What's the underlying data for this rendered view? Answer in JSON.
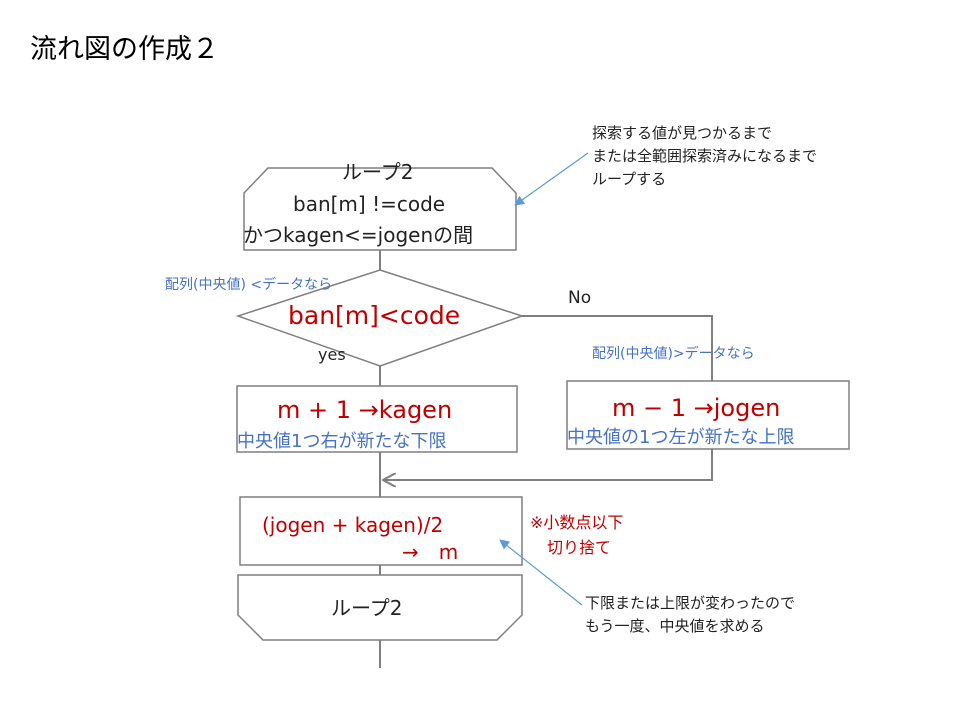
{
  "title": "流れ図の作成２",
  "loop_start": {
    "line1": "ループ2",
    "line2": "ban[m] !=code",
    "line3": "かつkagen<=jogenの間"
  },
  "callout_top": {
    "line1": "探索する値が見つかるまで",
    "line2": "または全範囲探索済みになるまで",
    "line3": "ループする"
  },
  "decision": {
    "label": "ban[m]<code",
    "note_yes_side": "配列(中央値) <データなら",
    "no_label": "No",
    "yes_label": "yes",
    "note_no_side": "配列(中央値)>データなら"
  },
  "process_left": {
    "formula": "m + 1 →kagen",
    "note": "中央値1つ右が新たな下限"
  },
  "process_right": {
    "formula": "m − 1 →jogen",
    "note": "中央値の1つ左が新たな上限"
  },
  "midpoint": {
    "line1": "(jogen + kagen)/2",
    "line2": "→　m"
  },
  "truncation_note": {
    "line1": "※小数点以下",
    "line2": "切り捨て"
  },
  "loop_end": {
    "label": "ループ2"
  },
  "callout_bottom": {
    "line1": "下限または上限が変わったので",
    "line2": "もう一度、中央値を求める"
  },
  "colors": {
    "line": "#7f7f7f",
    "accent_red": "#c00000",
    "note_blue": "#4472c4",
    "arrow_blue": "#5b9bd5"
  }
}
